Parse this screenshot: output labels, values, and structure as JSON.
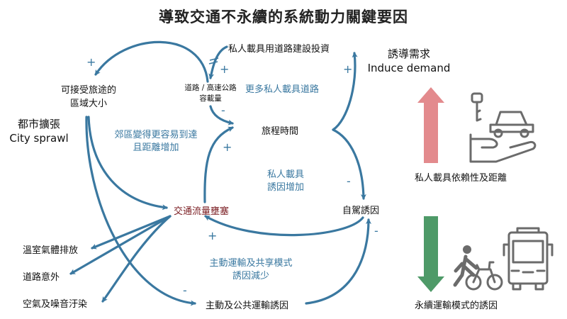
{
  "title": "導致交通不永續的系統動力關鍵要因",
  "nodes": {
    "investment": "私人載具用道路建設投資",
    "road_capacity_line1": "道路 / 高速公路",
    "road_capacity_line2": "容載量",
    "accessible_area_line1": "可接受旅途的",
    "accessible_area_line2": "區域大小",
    "travel_time": "旅程時間",
    "congestion": "交通流量壅塞",
    "driving_incentive": "自駕誘因",
    "active_transport_incentive": "主動及公共運輸誘因",
    "ghg": "溫室氣體排放",
    "accidents": "道路意外",
    "pollution": "空氣及噪音汙染"
  },
  "loop_labels": {
    "more_roads": "更多私人載具道路",
    "suburb_line1": "郊區變得更容易到達",
    "suburb_line2": "且距離增加",
    "private_line1": "私人載具",
    "private_line2": "誘因增加",
    "active_line1": "主動運輸及共享模式",
    "active_line2": "誘因減少"
  },
  "concepts": {
    "city_sprawl_zh": "都市擴張",
    "city_sprawl_en": "City sprawl",
    "induce_zh": "誘導需求",
    "induce_en": "Induce demand"
  },
  "signs": {
    "plus": "+",
    "minus": "-"
  },
  "legend": {
    "up_label": "私人載具依賴性及距離",
    "down_label": "永續運輸模式的誘因",
    "up_color": "#e38a8d",
    "down_color": "#4e9a68",
    "up_icon": "hand-car-key-icon",
    "down_icon": "pedestrian-bicycle-bus-icon"
  },
  "colors": {
    "arrow": "#3a78a0",
    "icon": "#6b6b6b",
    "congestion_text": "#7b1e23"
  }
}
